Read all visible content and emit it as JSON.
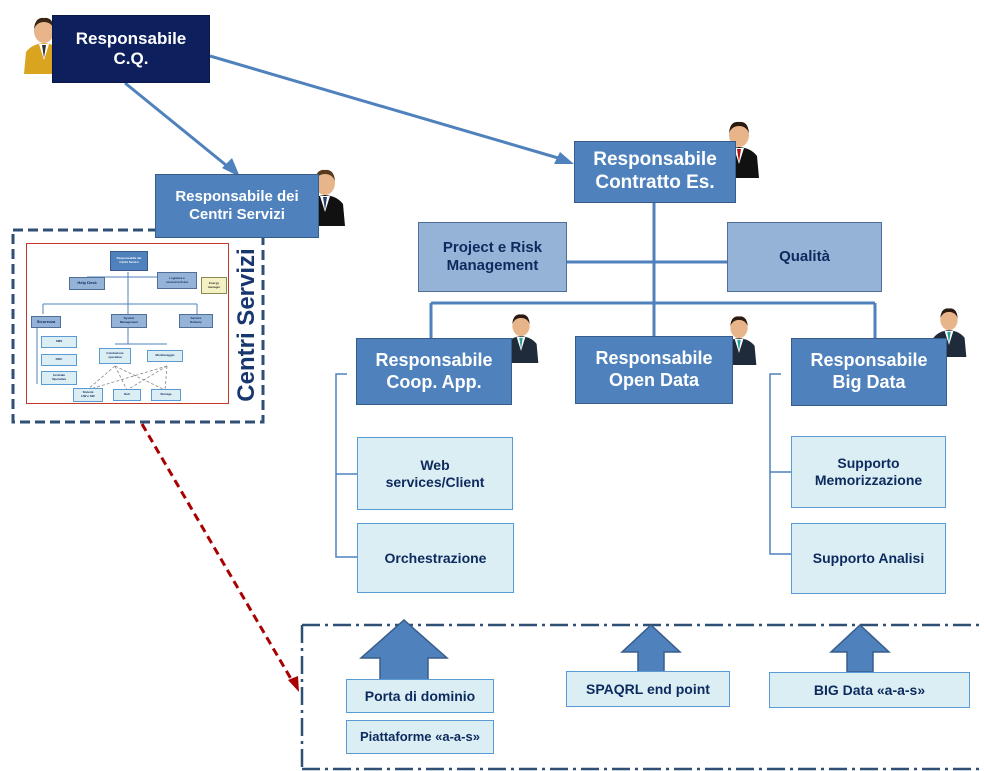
{
  "colors": {
    "navy": "#0d1f5c",
    "mid_blue": "#4f81bd",
    "sky_blue": "#95b3d7",
    "pale_blue": "#dbeef4",
    "connector": "#4f81bd",
    "dashed_frame": "#2f4f74",
    "red_arrow": "#a80000"
  },
  "nodes": {
    "resp_cq": "Responsabile\nC.Q.",
    "resp_centri": "Responsabile dei\nCentri Servizi",
    "resp_contratto": "Responsabile\nContratto Es.",
    "project_risk": "Project e Risk\nManagement",
    "qualita": "Qualità",
    "resp_coop": "Responsabile\nCoop. App.",
    "resp_open": "Responsabile\nOpen Data",
    "resp_big": "Responsabile\nBig Data",
    "web_services": "Web\nservices/Client",
    "orchestrazione": "Orchestrazione",
    "supporto_mem": "Supporto\nMemorizzazione",
    "supporto_analisi": "Supporto Analisi",
    "porta": "Porta di dominio",
    "piattaforme": "Piattaforme «a-a-s»",
    "spaqrl": "SPAQRL end point",
    "big_data_aas": "BIG  Data «a-a-s»"
  },
  "centri_servizi_label": "Centri Servizi",
  "thumbnail": {
    "nodes": [
      "Responsabile dei\nCentri Servizi",
      "Help Desk",
      "Logistica e\nsicurezza fisica",
      "Energy\nmanager",
      "Sicurezza",
      "System\nManagement",
      "Service\nDelivery",
      "SMS",
      "NOC",
      "Centrale\nOperativa",
      "Conduzione\noperativa",
      "Monitoraggio",
      "Sistemi\nHW e SW",
      "Reti",
      "Storage"
    ]
  }
}
